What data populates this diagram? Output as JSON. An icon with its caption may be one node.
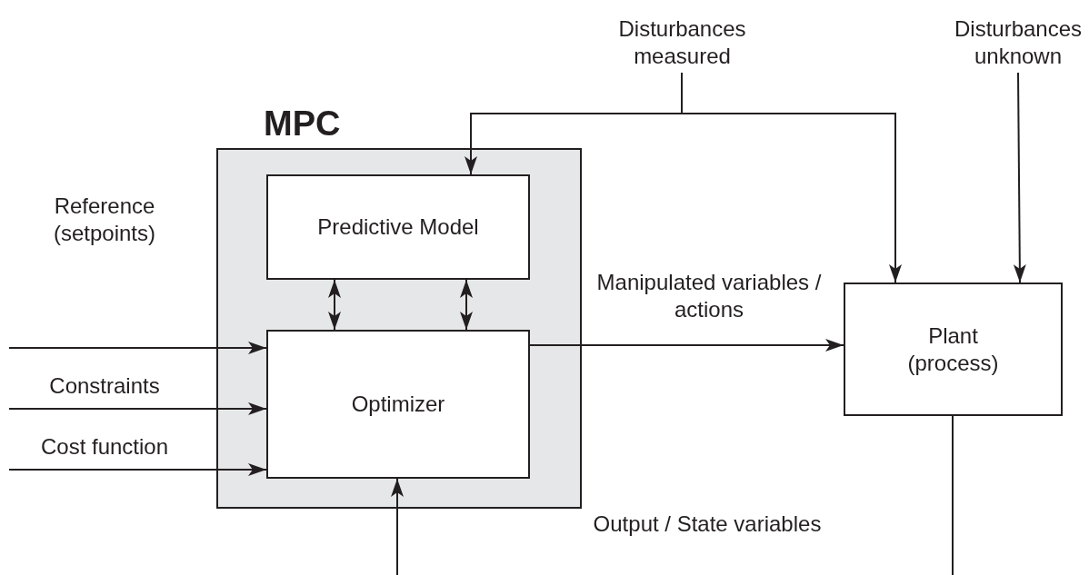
{
  "diagram": {
    "nodes": [
      {
        "text": [
          "MPC"
        ]
      },
      {
        "text": [
          "Predictive Model"
        ],
        "in": 0
      },
      {
        "text": [
          "Optimizer"
        ],
        "in": 0
      },
      {
        "text": [
          "Plant (process)"
        ]
      },
      {
        "text": [
          "Disturbances measured"
        ]
      },
      {
        "text": [
          "Disturbances unknown"
        ]
      }
    ],
    "edges": [
      {
        "from": 4,
        "to": 1,
        "arrow": "to"
      },
      {
        "from": 4,
        "to": 3,
        "arrow": "to"
      },
      {
        "from": 5,
        "to": 3,
        "arrow": "to"
      },
      {
        "from": 1,
        "to": 2,
        "arrow": "both"
      },
      {
        "from": 1,
        "to": 2,
        "arrow": "both"
      },
      {
        "from": null,
        "to": 2,
        "arrow": "to",
        "label": "Reference (setpoints)"
      },
      {
        "from": null,
        "to": 2,
        "arrow": "to",
        "label": "Constraints"
      },
      {
        "from": null,
        "to": 2,
        "arrow": "to",
        "label": "Cost function"
      },
      {
        "from": 2,
        "to": 3,
        "arrow": "to",
        "label": "Manipulated variables / actions"
      },
      {
        "from": 3,
        "to": null,
        "arrow": "none"
      },
      {
        "from": null,
        "to": 2,
        "arrow": "to"
      }
    ],
    "labels": [
      "Output / State variables"
    ]
  }
}
